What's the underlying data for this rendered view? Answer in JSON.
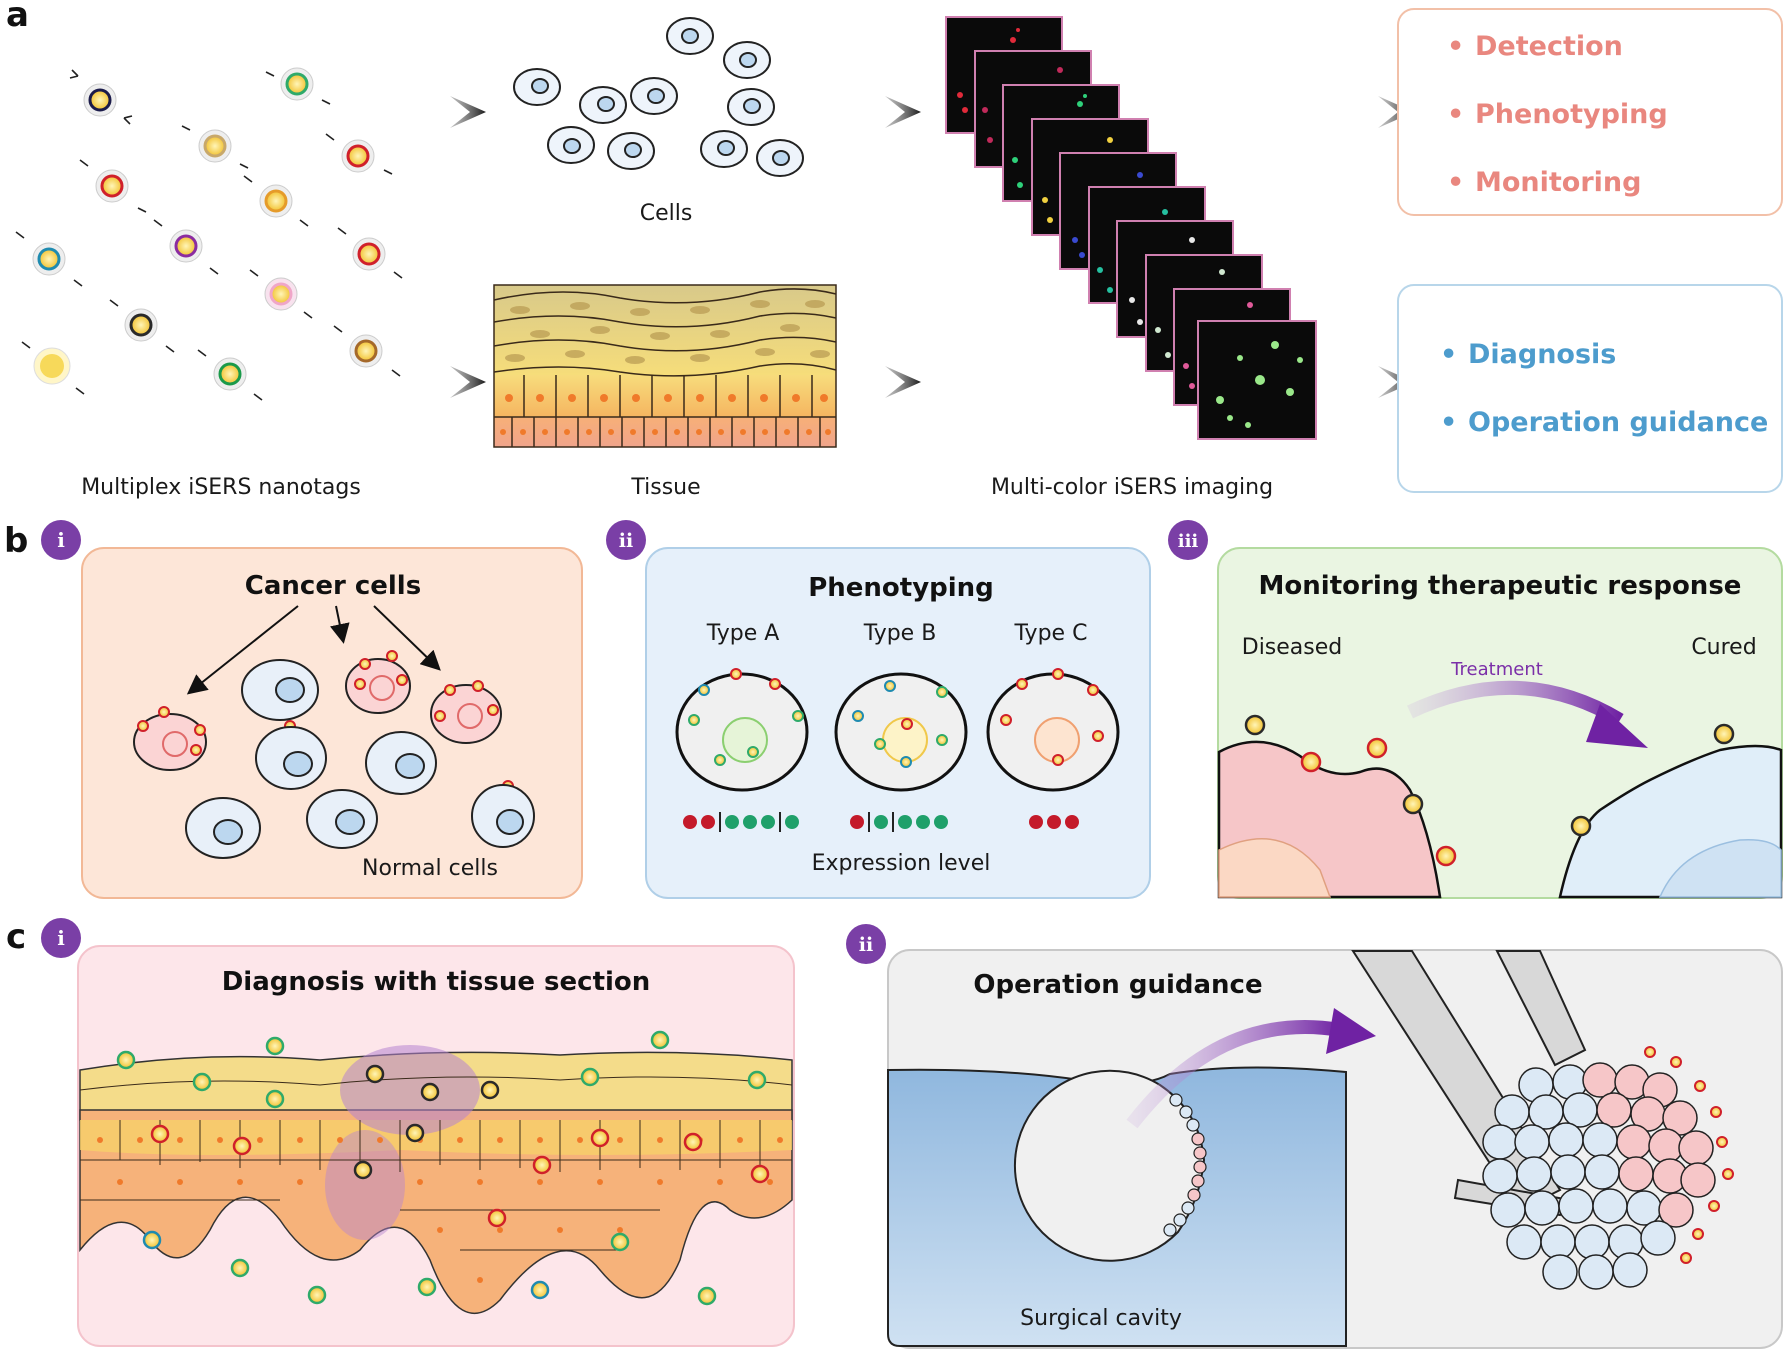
{
  "panel_a": {
    "letter": "a",
    "nanotags_label": "Multiplex iSERS nanotags",
    "cells_label": "Cells",
    "tissue_label": "Tissue",
    "imaging_label": "Multi-color iSERS imaging",
    "outcomes_cells": [
      "Detection",
      "Phenotyping",
      "Monitoring"
    ],
    "outcomes_tissue": [
      "Diagnosis",
      "Operation guidance"
    ],
    "bullet": "•"
  },
  "panel_b": {
    "letter": "b",
    "i": {
      "badge": "i",
      "title": "Cancer cells",
      "normal_label": "Normal cells"
    },
    "ii": {
      "badge": "ii",
      "title": "Phenotyping",
      "types": [
        "Type A",
        "Type B",
        "Type C"
      ],
      "expression_label": "Expression level"
    },
    "iii": {
      "badge": "iii",
      "title": "Monitoring therapeutic response",
      "diseased": "Diseased",
      "cured": "Cured",
      "treatment": "Treatment"
    }
  },
  "panel_c": {
    "letter": "c",
    "i": {
      "badge": "i",
      "title": "Diagnosis with tissue section"
    },
    "ii": {
      "badge": "ii",
      "title": "Operation guidance",
      "cavity_label": "Surgical cavity"
    }
  },
  "colors": {
    "outcome_red": "#e9877f",
    "outcome_blue": "#4d9ccd",
    "badge_purple": "#7a3fa6",
    "arrow_purple": "#7b2fa8",
    "red_tag": "#d0202a",
    "green_tag": "#2faa6a",
    "yellow_tag": "#f2c230"
  }
}
